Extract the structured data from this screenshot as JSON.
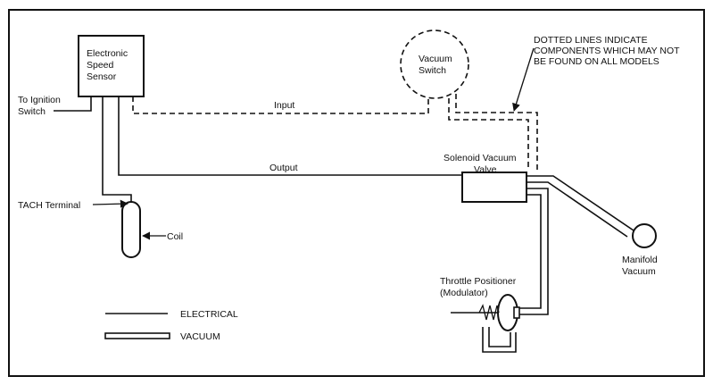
{
  "components": {
    "sensor": [
      "Electronic",
      "Speed",
      "Sensor"
    ],
    "vacuum_switch": [
      "Vacuum",
      "Switch"
    ],
    "solenoid_valve": [
      "Solenoid Vacuum",
      "Valve"
    ],
    "throttle_positioner": [
      "Throttle Positioner",
      "(Modulator)"
    ],
    "manifold_vacuum": [
      "Manifold",
      "Vacuum"
    ],
    "coil": "Coil",
    "tach_terminal": "TACH Terminal",
    "ignition_switch": [
      "To Ignition",
      "Switch"
    ]
  },
  "lines": {
    "input": "Input",
    "output": "Output"
  },
  "note": [
    "DOTTED LINES INDICATE",
    "COMPONENTS WHICH MAY NOT",
    "BE FOUND ON ALL MODELS"
  ],
  "legend": {
    "electrical": "ELECTRICAL",
    "vacuum": "VACUUM"
  }
}
